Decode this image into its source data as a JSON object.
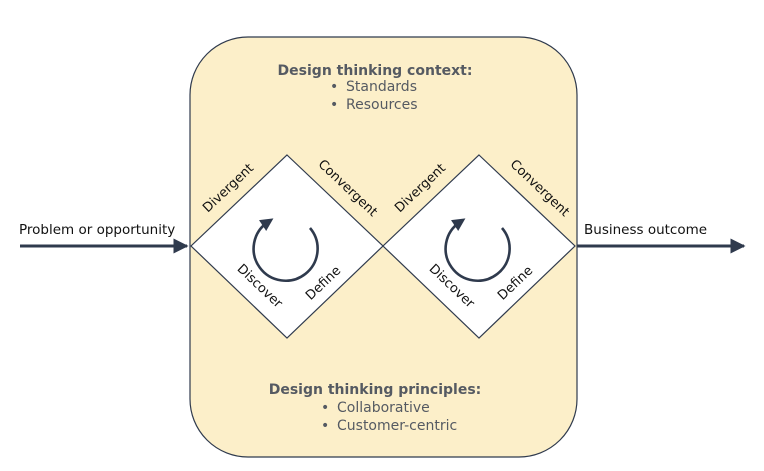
{
  "context": {
    "title": "Design thinking context:",
    "items": [
      "Standards",
      "Resources"
    ]
  },
  "principles": {
    "title": "Design thinking principles:",
    "items": [
      "Collaborative",
      "Customer-centric"
    ]
  },
  "input_label": "Problem or opportunity",
  "output_label": "Business outcome",
  "diamonds": [
    {
      "divergent": "Divergent",
      "convergent": "Convergent",
      "discover": "Discover",
      "define": "Define"
    },
    {
      "divergent": "Divergent",
      "convergent": "Convergent",
      "discover": "Discover",
      "define": "Define"
    }
  ],
  "colors": {
    "panel_fill": "#fcefc9",
    "stroke": "#2f3a4d",
    "text_muted": "#555a62"
  }
}
